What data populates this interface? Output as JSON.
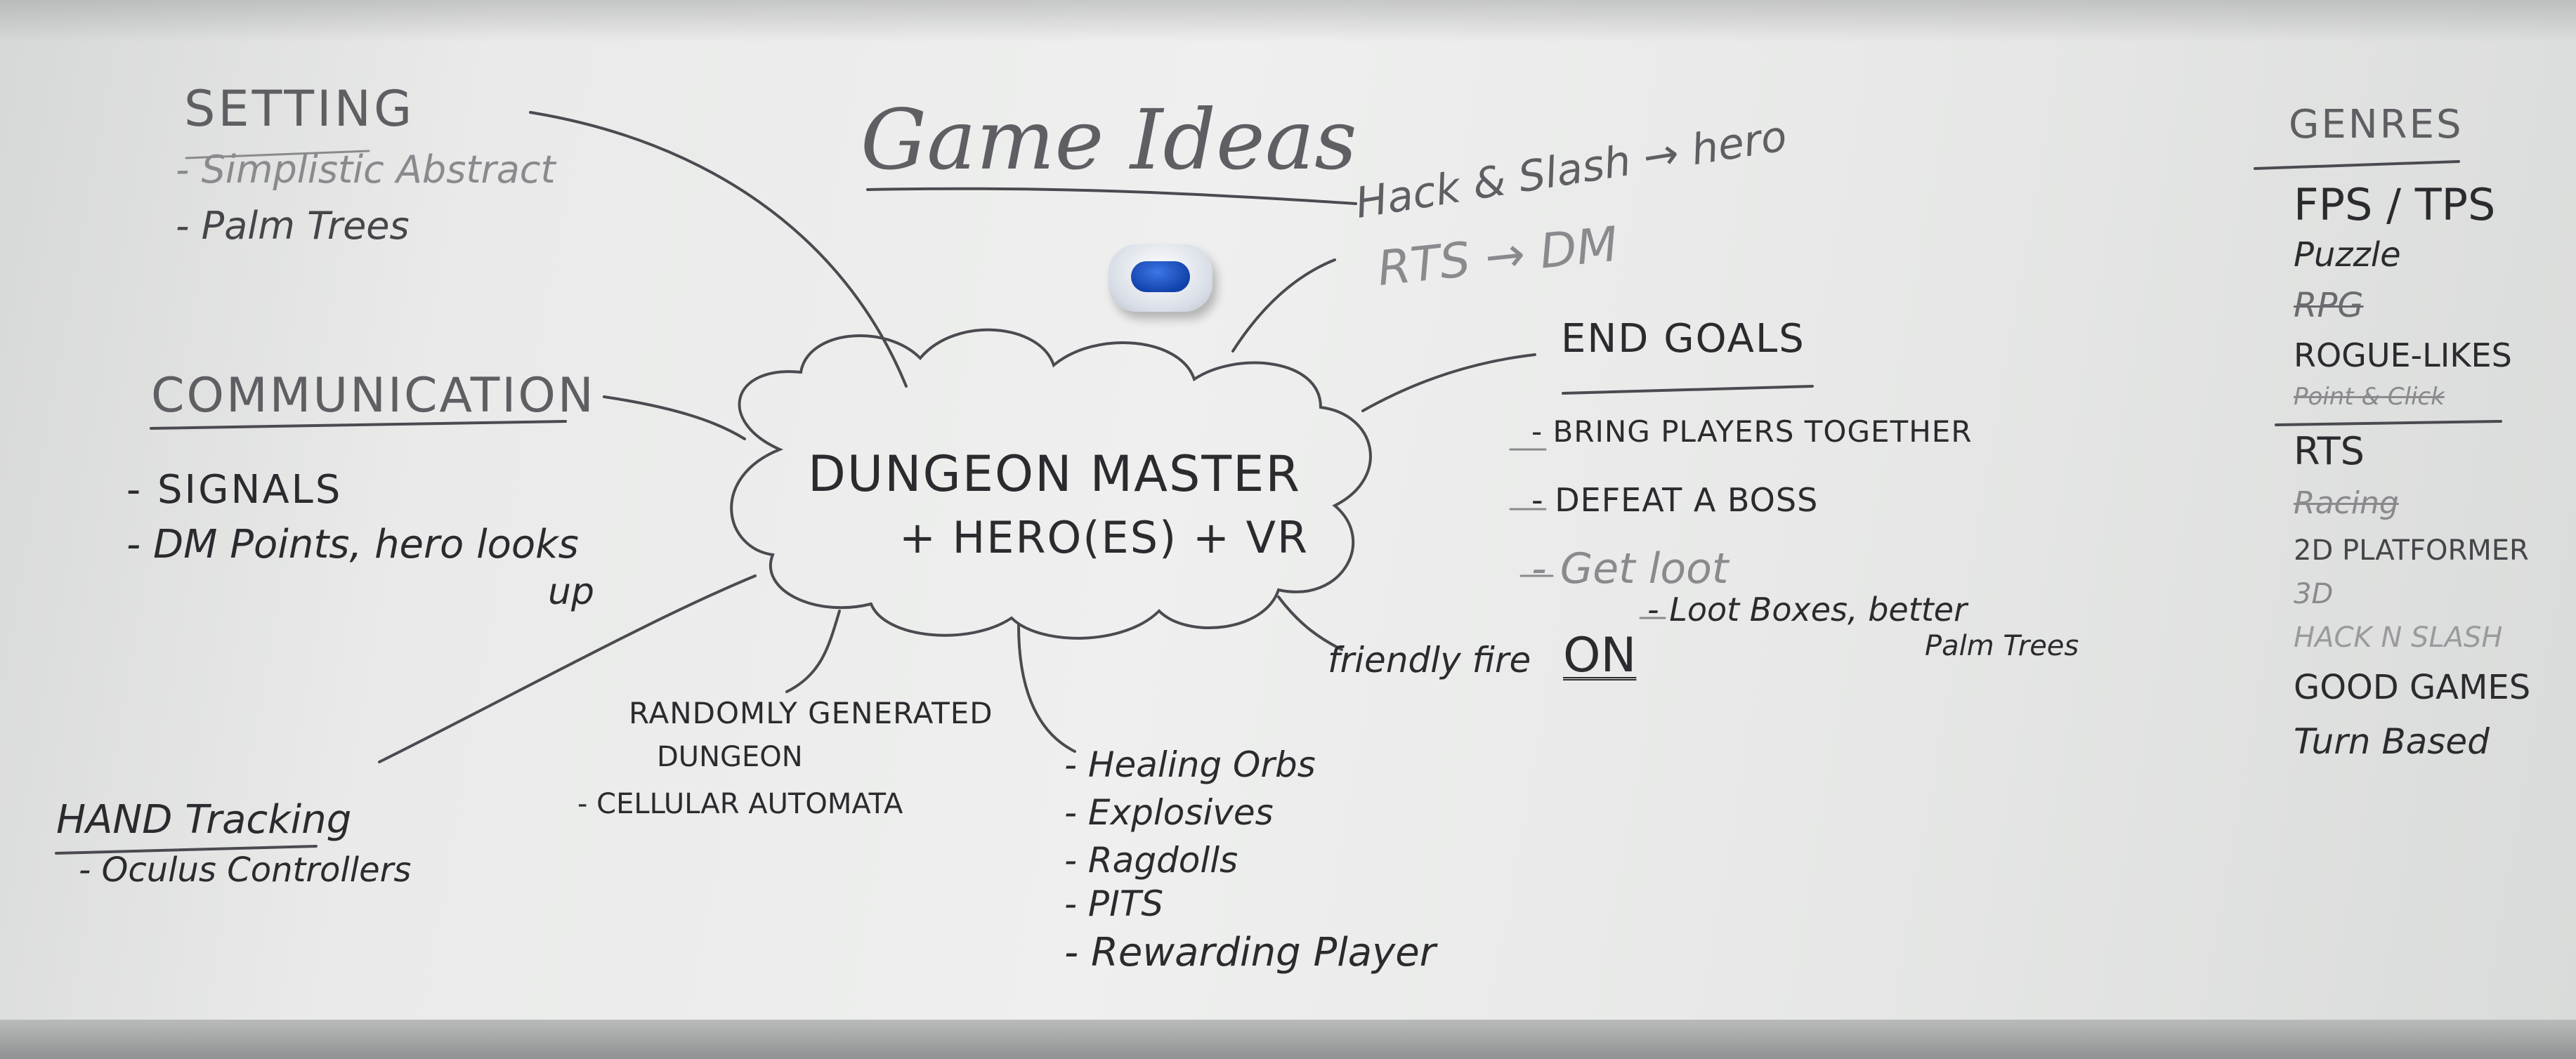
{
  "title": "Game Ideas",
  "center": {
    "line1": "DUNGEON MASTER",
    "line2": "+ HERO(ES) + VR"
  },
  "setting": {
    "heading": "SETTING",
    "items": [
      "- Simplistic Abstract",
      "- Palm Trees"
    ]
  },
  "communication": {
    "heading": "COMMUNICATION",
    "items": [
      "- SIGNALS",
      "- DM Points, hero looks",
      "up"
    ]
  },
  "hand_tracking": {
    "heading": "HAND Tracking",
    "items": [
      "- Oculus Controllers"
    ]
  },
  "random_dungeon": {
    "line1": "RANDOMLY GENERATED",
    "line2": "DUNGEON",
    "sub": "- CELLULAR AUTOMATA"
  },
  "features": {
    "items": [
      "- Healing Orbs",
      "- Explosives",
      "- Ragdolls",
      "- PITS",
      "- Rewarding Player"
    ]
  },
  "friendly_fire": {
    "label": "friendly fire",
    "value": "ON"
  },
  "modes": {
    "hack": "Hack & Slash → hero",
    "rts": "RTS → DM"
  },
  "end_goals": {
    "heading": "END GOALS",
    "items": [
      "- BRING PLAYERS TOGETHER",
      "- DEFEAT A BOSS",
      "- Get loot"
    ],
    "sub1": "- Loot Boxes, better",
    "sub2": "Palm Trees"
  },
  "genres": {
    "heading": "GENRES",
    "items": [
      {
        "label": "FPS / TPS",
        "style": "normal"
      },
      {
        "label": "Puzzle",
        "style": "normal"
      },
      {
        "label": "RPG",
        "style": "struck"
      },
      {
        "label": "ROGUE-LIKES",
        "style": "normal"
      },
      {
        "label": "Point & Click",
        "style": "struck"
      },
      {
        "label": "RTS",
        "style": "normal"
      },
      {
        "label": "Racing",
        "style": "struck"
      },
      {
        "label": "2D PLATFORMER",
        "style": "normal"
      },
      {
        "label": "3D",
        "style": "faint"
      },
      {
        "label": "HACK N SLASH",
        "style": "faint"
      },
      {
        "label": "GOOD GAMES",
        "style": "normal"
      },
      {
        "label": "Turn Based",
        "style": "normal"
      }
    ]
  }
}
